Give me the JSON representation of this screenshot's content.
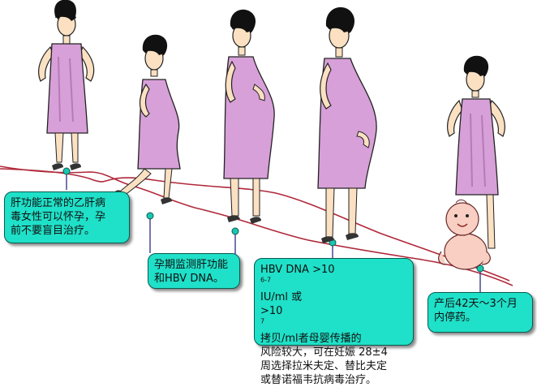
{
  "colors": {
    "timeline": "#b0283a",
    "callout_fill": "#1fe0c8",
    "callout_border": "#0b5a4f",
    "dress": "#d7a0d8",
    "dress_shadow": "#b57bb8",
    "skin": "#fbe0c2",
    "hair": "#111111",
    "marker": "#19c7b0"
  },
  "icons": [
    "woman-figure-icon",
    "pregnant-woman-figure-icon",
    "baby-icon",
    "timeline-marker-icon"
  ],
  "callouts": {
    "pre_pregnancy": {
      "line1": "肝功能正常的乙肝病",
      "line2": "毒女性可以怀孕，孕",
      "line3": "前不要盲目治疗。"
    },
    "pregnancy_monitoring": {
      "line1": "孕期监测肝功能",
      "line2": "和HBV DNA。"
    },
    "antiviral": {
      "line1_prefix": "HBV DNA >10",
      "line1_sup": "6-7",
      "line1_suffix": " IU/ml 或",
      "line2_prefix": ">10",
      "line2_sup": "7",
      "line2_suffix": "拷贝/ml者母婴传播的",
      "line3": "风险较大，可在妊娠 28±4",
      "line4": "周选择拉米夫定、替比夫定",
      "line5": "或替诺福韦抗病毒治疗。"
    },
    "postpartum": {
      "line1": "产后42天～3个月",
      "line2": "内停药。"
    }
  }
}
